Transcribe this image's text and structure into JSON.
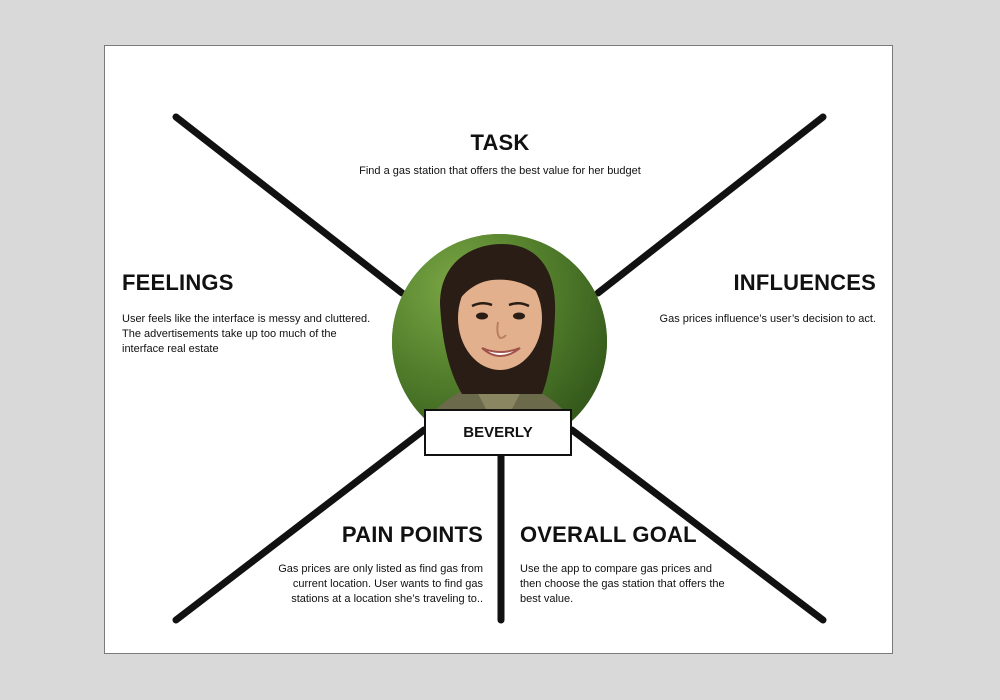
{
  "persona": {
    "name": "BEVERLY"
  },
  "sections": {
    "task": {
      "title": "TASK",
      "text": "Find a gas station that offers the best value for her budget"
    },
    "feelings": {
      "title": "FEELINGS",
      "lines": [
        "User feels like the interface is messy and cluttered.",
        "The advertisements take up too much of the",
        "interface real estate"
      ]
    },
    "influences": {
      "title": "INFLUENCES",
      "text": "Gas prices influence’s user’s decision to act."
    },
    "pain_points": {
      "title": "PAIN POINTS",
      "lines": [
        "Gas prices are only listed as find gas from",
        "current location. User wants to find gas",
        "stations at a location she’s traveling to.."
      ]
    },
    "overall_goal": {
      "title": "OVERALL GOAL",
      "lines": [
        "Use the app to compare gas prices and",
        "then choose the gas station that offers the",
        "best value."
      ]
    }
  },
  "colors": {
    "background": "#d9d9d9",
    "card": "#ffffff",
    "lines": "#111111",
    "avatar_background": "#4f7a2a"
  }
}
